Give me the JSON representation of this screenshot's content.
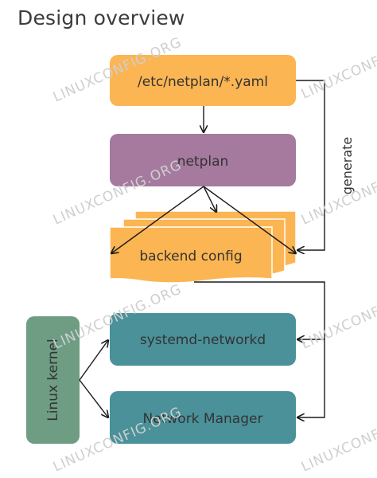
{
  "title": "Design overview",
  "nodes": {
    "yaml": "/etc/netplan/*.yaml",
    "netplan": "netplan",
    "backend": "backend config",
    "networkd": "systemd-networkd",
    "nm": "Network Manager",
    "kernel": "Linux kernel"
  },
  "edge_labels": {
    "generate": "generate"
  },
  "watermark": "LINUXCONFIG.ORG",
  "colors": {
    "orange": "#fbb552",
    "purple": "#a6799f",
    "teal": "#4a919a",
    "green": "#6e9d83",
    "line": "#1a1a1a"
  }
}
